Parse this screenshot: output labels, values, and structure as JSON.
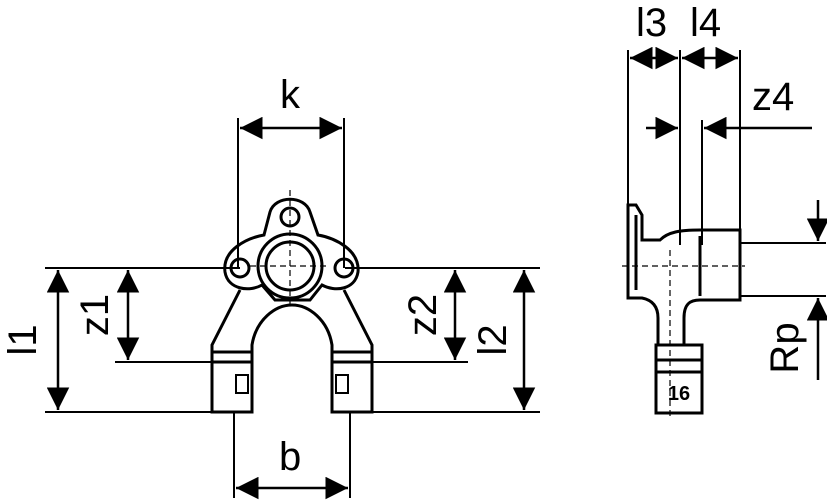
{
  "front_view": {
    "labels": {
      "k": "k",
      "b": "b",
      "l1": "l1",
      "z1": "z1",
      "z2": "z2",
      "l2": "l2"
    },
    "pipe_marking": ""
  },
  "side_view": {
    "labels": {
      "l3": "l3",
      "l4": "l4",
      "z4": "z4",
      "rp": "Rp"
    },
    "pipe_marking": "16"
  }
}
